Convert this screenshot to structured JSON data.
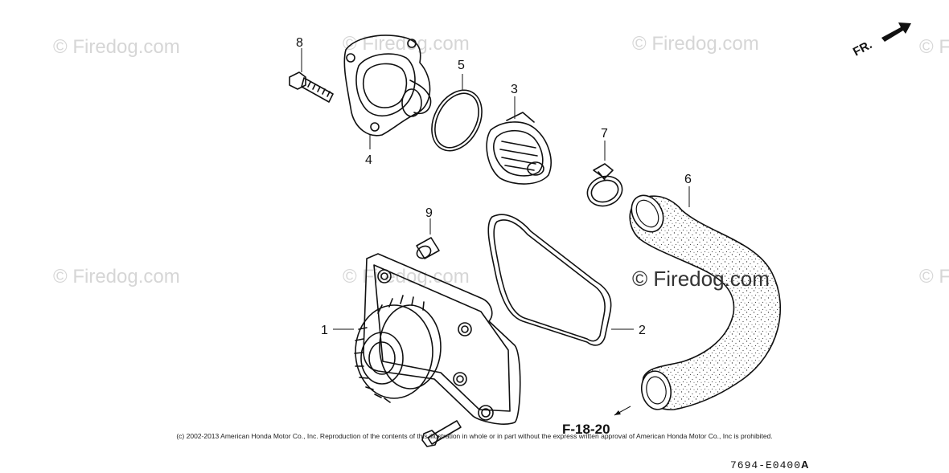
{
  "watermark": {
    "text": "© Firedog.com",
    "text_partial": "© F"
  },
  "callouts": {
    "n1": "1",
    "n2": "2",
    "n3": "3",
    "n4": "4",
    "n5": "5",
    "n6": "6",
    "n7": "7",
    "n8": "8",
    "n9": "9"
  },
  "reference": "F-18-20",
  "front_indicator": "FR.",
  "copyright": "(c) 2002-2013 American Honda Motor Co., Inc. Reproduction of the contents of this illustration in whole or in part without the express written approval of American Honda Motor Co., Inc is prohibited.",
  "diagram_code": "7694-E0400",
  "diagram_code_suffix": "A"
}
